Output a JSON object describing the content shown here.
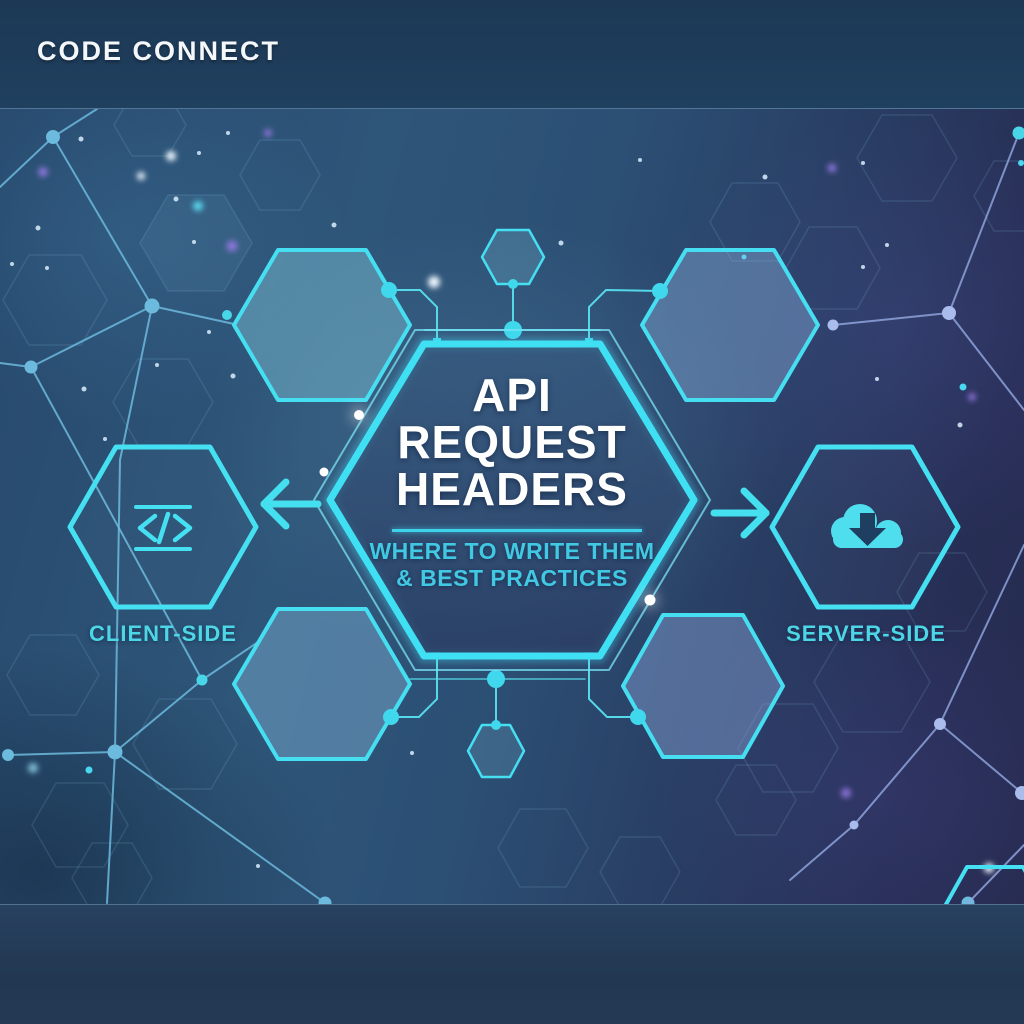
{
  "header": {
    "brand": "CODE CONNECT"
  },
  "diagram": {
    "center": {
      "title_lines": [
        "API",
        "REQUEST",
        "HEADERS"
      ],
      "subtitle_lines": [
        "WHERE TO WRITE THEM",
        "& BEST PRACTICES"
      ]
    },
    "left_node": {
      "label": "CLIENT-SIDE",
      "icon": "code-icon"
    },
    "right_node": {
      "label": "SERVER-SIDE",
      "icon": "cloud-download-icon"
    }
  },
  "colors": {
    "accent_cyan": "#45E0F2",
    "subtitle_cyan": "#41C8E2",
    "title_white": "#FFFFFF",
    "band_navy": "#1E3C5A",
    "background_blue": "#2C4F74",
    "background_indigo": "#272E55"
  }
}
